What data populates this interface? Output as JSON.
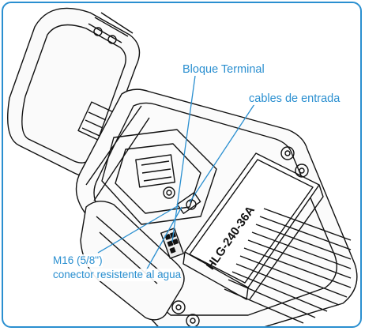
{
  "labels": {
    "bloque_terminal": "Bloque Terminal",
    "cables_entrada": "cables de entrada",
    "m16": "M16 (5/8\")",
    "conector": "conector resistente al agua"
  },
  "driver_model": "HLG-240-36A",
  "colors": {
    "frame": "#2a8fd0",
    "callout_line": "#2a8fd0",
    "label_text": "#2a8fd0",
    "drawing_stroke": "#111111"
  }
}
